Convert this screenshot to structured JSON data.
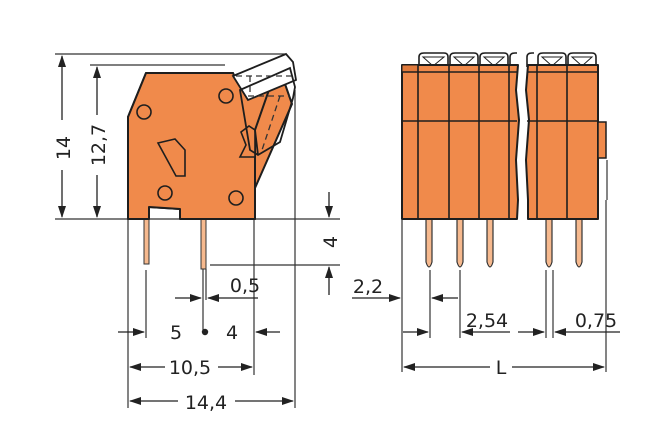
{
  "drawing": {
    "type": "technical-dimension-drawing",
    "subject": "PCB terminal block with push-button, side view and front view",
    "colors": {
      "housing": "#F08A4B",
      "outline": "#1e1e1e",
      "pin": "#F6B98E",
      "dimension_line": "#222222"
    },
    "side_view": {
      "dimensions": {
        "total_height": "14",
        "housing_height": "12,7",
        "pin_length": "4",
        "pin_width": "0,5",
        "offset_left": "5",
        "offset_right": "4",
        "pin_spacing": "10,5",
        "total_width": "14,4"
      }
    },
    "front_view": {
      "dimensions": {
        "edge_to_pin": "2,2",
        "pitch": "2,54",
        "pin_to_edge": "0,75",
        "length": "L"
      }
    }
  }
}
